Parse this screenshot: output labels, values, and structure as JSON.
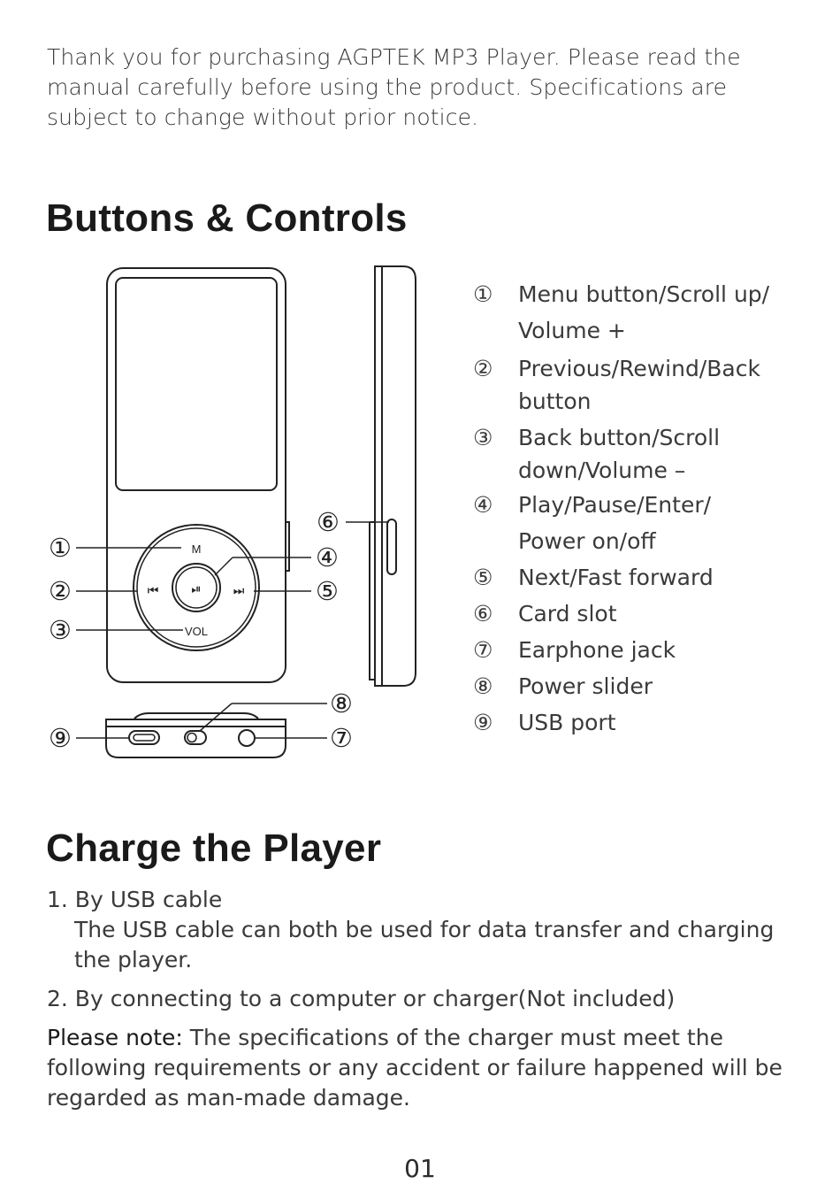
{
  "intro": "Thank you for purchasing AGPTEK MP3 Player. Please read the manual carefully before using the product. Specifications are subject to change without prior notice.",
  "buttons_heading": "Buttons & Controls",
  "device_labels": {
    "menu": "M",
    "vol": "VOL",
    "prev": "⏮",
    "next": "⏭",
    "play": "⏯"
  },
  "callouts": [
    "①",
    "②",
    "③",
    "④",
    "⑤",
    "⑥",
    "⑦",
    "⑧",
    "⑨"
  ],
  "legend": [
    {
      "num": "①",
      "lines": [
        "Menu button/Scroll up/",
        "Volume +"
      ]
    },
    {
      "num": "②",
      "lines": [
        "Previous/Rewind/Back",
        "button"
      ]
    },
    {
      "num": "③",
      "lines": [
        "Back button/Scroll",
        "down/Volume –"
      ]
    },
    {
      "num": "④",
      "lines": [
        "Play/Pause/Enter/",
        "Power on/off"
      ]
    },
    {
      "num": "⑤",
      "lines": [
        "Next/Fast forward"
      ]
    },
    {
      "num": "⑥",
      "lines": [
        "Card slot"
      ]
    },
    {
      "num": "⑦",
      "lines": [
        "Earphone jack"
      ]
    },
    {
      "num": "⑧",
      "lines": [
        "Power slider"
      ]
    },
    {
      "num": "⑨",
      "lines": [
        "USB port"
      ]
    }
  ],
  "charge_heading": "Charge the Player",
  "charge": {
    "item1_title": "1. By USB cable",
    "item1_body": "The USB cable can both be used for data transfer and charging the player.",
    "item2_title": "2. By connecting to a computer or charger(Not included)",
    "note_label": "Please note:",
    "note_body": " The specifications of the charger must meet the following requirements or any accident or failure happened will be regarded as man-made damage."
  },
  "page_number": "01"
}
